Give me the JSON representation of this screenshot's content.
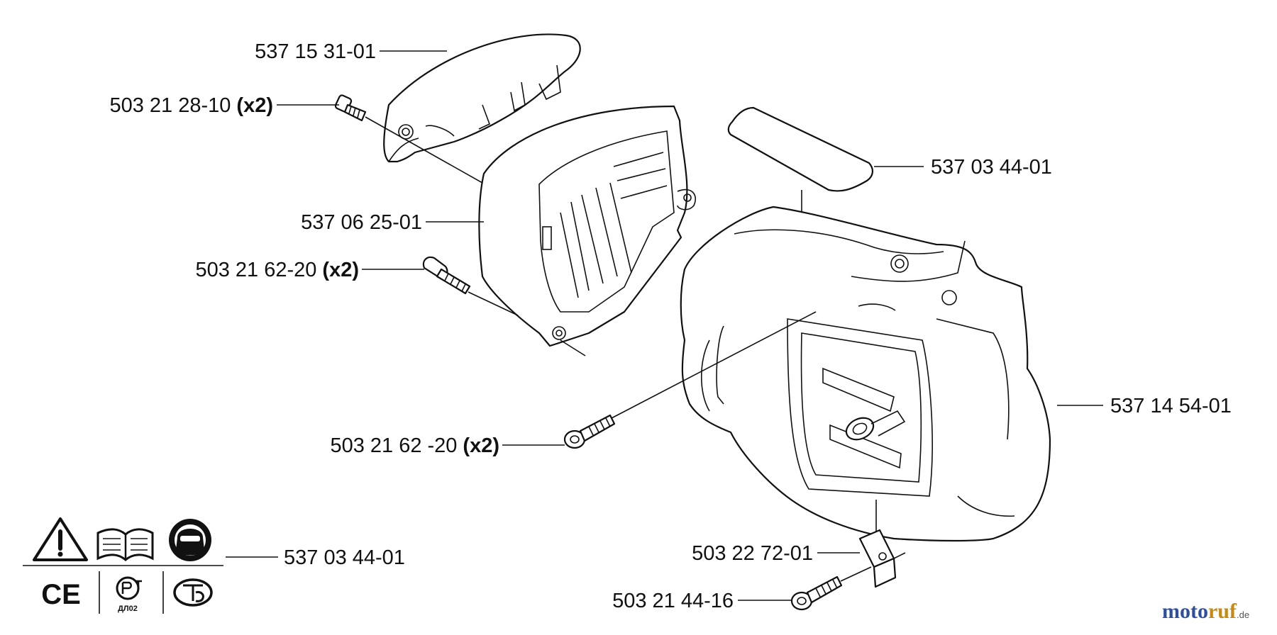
{
  "labels": {
    "top_cover": {
      "number": "537 15 31-01"
    },
    "screw_top": {
      "number": "503 21 28-10",
      "qty": "(x2)"
    },
    "guard": {
      "number": "537 06 25-01"
    },
    "screw_guard": {
      "number": "503 21 62-20",
      "qty": "(x2)"
    },
    "decal": {
      "number": "537 03 44-01"
    },
    "housing": {
      "number": "537 14 54-01"
    },
    "screw_housing": {
      "number": "503 21 62 -20",
      "qty": "(x2)"
    },
    "clip": {
      "number": "503 22 72-01"
    },
    "screw_clip": {
      "number": "503 21 44-16"
    },
    "warning_decal": {
      "number": "537 03 44-01"
    }
  },
  "symbols": {
    "ce_mark": "CE",
    "pct_code": "ДЛ02",
    "icons": [
      "warning-triangle-icon",
      "manual-book-icon",
      "protective-gear-icon",
      "ce-mark-icon",
      "pct-mark-icon",
      "tb-mark-icon"
    ]
  },
  "watermark": {
    "part1": "moto",
    "part2": "ruf",
    "suffix": ".de"
  },
  "colors": {
    "ink": "#111111",
    "watermark_blue": "#2e4fa0",
    "watermark_orange": "#c68a12"
  }
}
